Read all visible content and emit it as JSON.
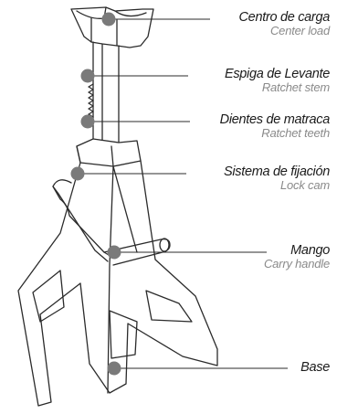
{
  "labels": [
    {
      "id": "center-load",
      "es": "Centro de carga",
      "en": "Center load"
    },
    {
      "id": "ratchet-stem",
      "es": "Espiga de Levante",
      "en": "Ratchet stem"
    },
    {
      "id": "ratchet-teeth",
      "es": "Dientes de matraca",
      "en": "Ratchet teeth"
    },
    {
      "id": "lock-cam",
      "es": "Sistema de fijación",
      "en": "Lock cam"
    },
    {
      "id": "carry-handle",
      "es": "Mango",
      "en": "Carry handle"
    },
    {
      "id": "base",
      "es": "Base",
      "en": ""
    }
  ],
  "colors": {
    "outline": "#2b2b2b",
    "marker": "#7a7a7a",
    "secondary_text": "#8a8a8a"
  }
}
